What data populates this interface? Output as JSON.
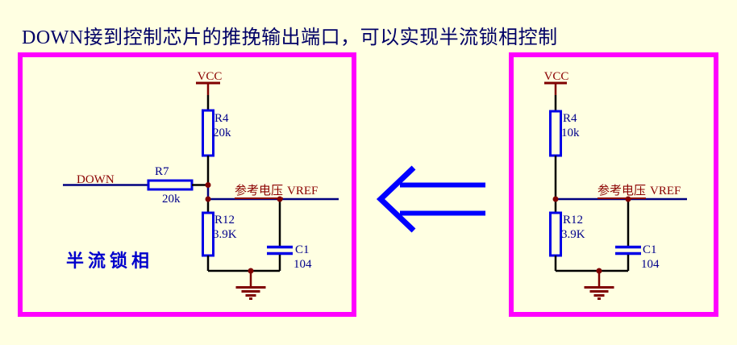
{
  "page": {
    "title": "DOWN接到控制芯片的推挽输出端口，可以实现半流锁相控制",
    "background": "#FFFFE2"
  },
  "colors": {
    "frame_magenta": "#FF00FF",
    "arrow_blue": "#0000FF",
    "component_blue": "#0000E6",
    "designator_navy": "#00008B",
    "net_text_dark_red": "#8B0000",
    "symbol_maroon": "#7F0000",
    "wire_navy": "#00007F",
    "caption_blue": "#0000CC",
    "title_navy": "#000066"
  },
  "left_circuit": {
    "power_label": "VCC",
    "input_label": "DOWN",
    "resistors": [
      {
        "name": "R4",
        "value": "20k"
      },
      {
        "name": "R7",
        "value": "20k"
      },
      {
        "name": "R12",
        "value": "3.9K"
      }
    ],
    "capacitor": {
      "name": "C1",
      "value": "104"
    },
    "net_label_cn": "参考电压",
    "net_label_en": "VREF",
    "caption": "半流锁相"
  },
  "right_circuit": {
    "power_label": "VCC",
    "resistors": [
      {
        "name": "R4",
        "value": "10k"
      },
      {
        "name": "R12",
        "value": "3.9K"
      }
    ],
    "capacitor": {
      "name": "C1",
      "value": "104"
    },
    "net_label_cn": "参考电压",
    "net_label_en": "VREF"
  },
  "arrow": {
    "direction": "left",
    "style": "double-line"
  }
}
